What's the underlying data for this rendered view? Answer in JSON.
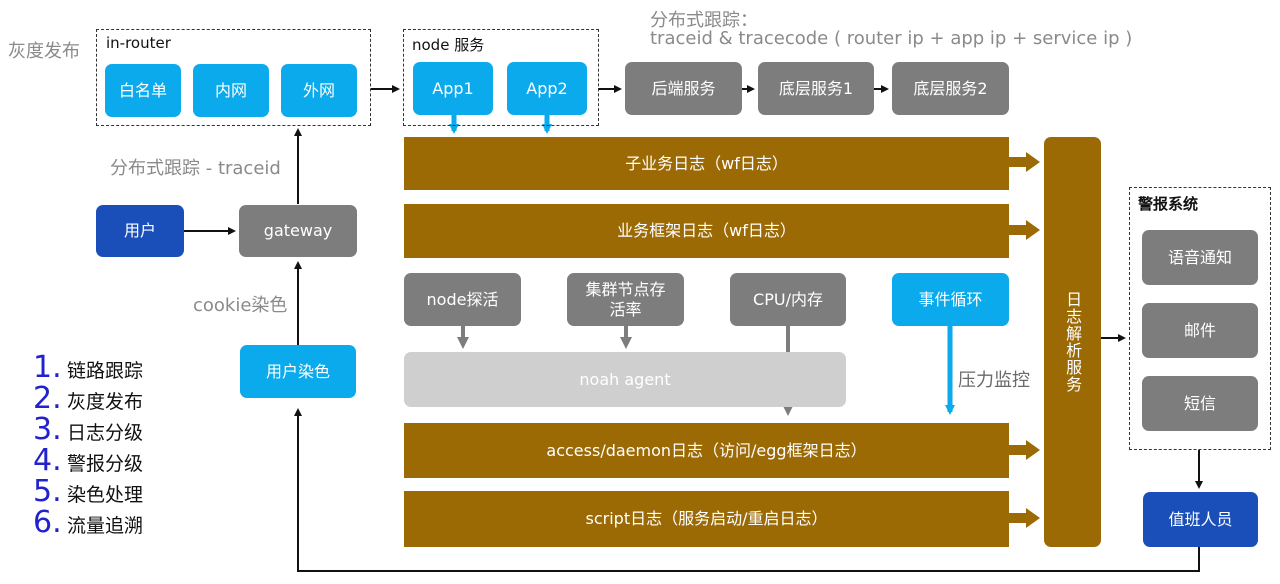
{
  "labels": {
    "gray_release": "灰度发布",
    "trace_id": "分布式跟踪 - traceid",
    "cookie_color": "cookie染色",
    "trace_title": "分布式跟踪：",
    "trace_formula": "traceid & tracecode ( router ip + app ip + service ip )",
    "pressure": "压力监控"
  },
  "groups": {
    "in_router": "in-router",
    "node_service": "node 服务",
    "alert_system": "警报系统"
  },
  "router": {
    "whitelist": "白名单",
    "intranet": "内网",
    "extranet": "外网"
  },
  "apps": {
    "app1": "App1",
    "app2": "App2"
  },
  "services": {
    "backend": "后端服务",
    "base1": "底层服务1",
    "base2": "底层服务2"
  },
  "entry": {
    "user": "用户",
    "gateway": "gateway",
    "user_color": "用户染色"
  },
  "logs": {
    "sub_biz": "子业务日志（wf日志）",
    "framework": "业务框架日志（wf日志）",
    "access": "access/daemon日志（访问/egg框架日志）",
    "script": "script日志（服务启动/重启日志）",
    "parser": "日志解析服务"
  },
  "monitors": {
    "node_probe": "node探活",
    "cluster": "集群节点存活率",
    "cpu": "CPU/内存",
    "event_loop": "事件循环",
    "agent": "noah agent"
  },
  "alerts": {
    "voice": "语音通知",
    "mail": "邮件",
    "sms": "短信",
    "oncall": "值班人员"
  },
  "legend": [
    {
      "num": "1.",
      "text": "链路跟踪"
    },
    {
      "num": "2.",
      "text": "灰度发布"
    },
    {
      "num": "3.",
      "text": "日志分级"
    },
    {
      "num": "4.",
      "text": "警报分级"
    },
    {
      "num": "5.",
      "text": "染色处理"
    },
    {
      "num": "6.",
      "text": "流量追溯"
    }
  ],
  "colors": {
    "blue": "#0aaaec",
    "gray": "#7d7d7d",
    "navy": "#1a4fb9",
    "brown": "#9c6a05",
    "light_gray": "#cfcfcf",
    "legend_number": "#2222cc"
  }
}
